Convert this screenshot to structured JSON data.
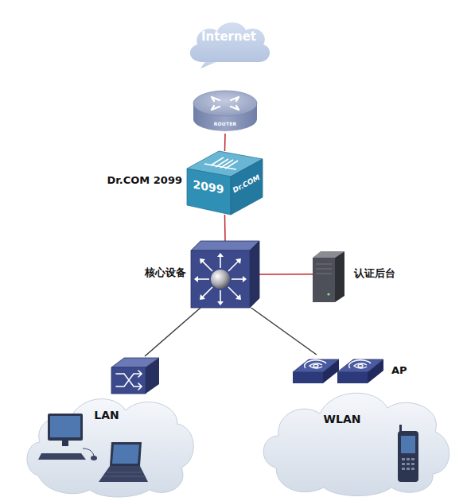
{
  "diagram": {
    "nodes": [
      {
        "text": [
          "Internet"
        ]
      },
      {
        "text": [
          "ROUTER"
        ]
      },
      {
        "text": [
          "Dr.COM 2099",
          "2099",
          "Dr.COM"
        ]
      },
      {
        "text": [
          "核心设备"
        ]
      },
      {
        "text": [
          "认证后台"
        ]
      },
      {
        "text": [
          "LAN"
        ]
      },
      {
        "text": [
          "AP"
        ]
      },
      {
        "text": [
          "WLAN"
        ]
      }
    ],
    "edges": [
      {
        "from": 1,
        "to": 2,
        "arrow": "none"
      },
      {
        "from": 2,
        "to": 3,
        "arrow": "none"
      },
      {
        "from": 3,
        "to": 4,
        "arrow": "none"
      },
      {
        "from": 3,
        "to": 5,
        "arrow": "none"
      },
      {
        "from": 3,
        "to": 6,
        "arrow": "none"
      }
    ]
  }
}
